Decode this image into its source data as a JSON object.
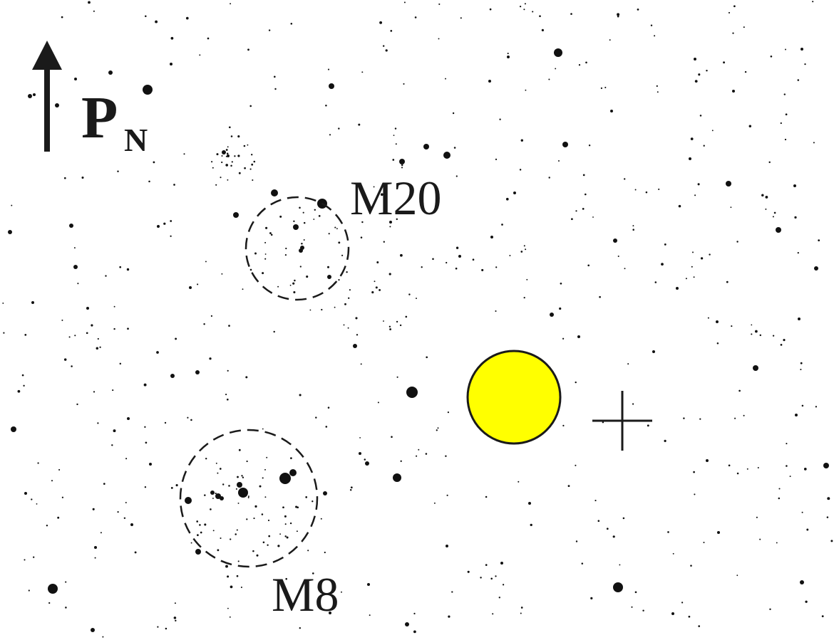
{
  "pole": {
    "letter": "P",
    "subscript": "N"
  },
  "objects": {
    "m20": {
      "label": "M20"
    },
    "m8": {
      "label": "M8"
    }
  },
  "sun": {
    "fill": "#ffff00"
  },
  "colors": {
    "background": "#ffffff",
    "ink": "#1a1a1a"
  },
  "icons": {
    "north_arrow": "north-arrow-icon",
    "cross_marker": "cross-marker-icon",
    "sun": "sun-disc-icon"
  }
}
